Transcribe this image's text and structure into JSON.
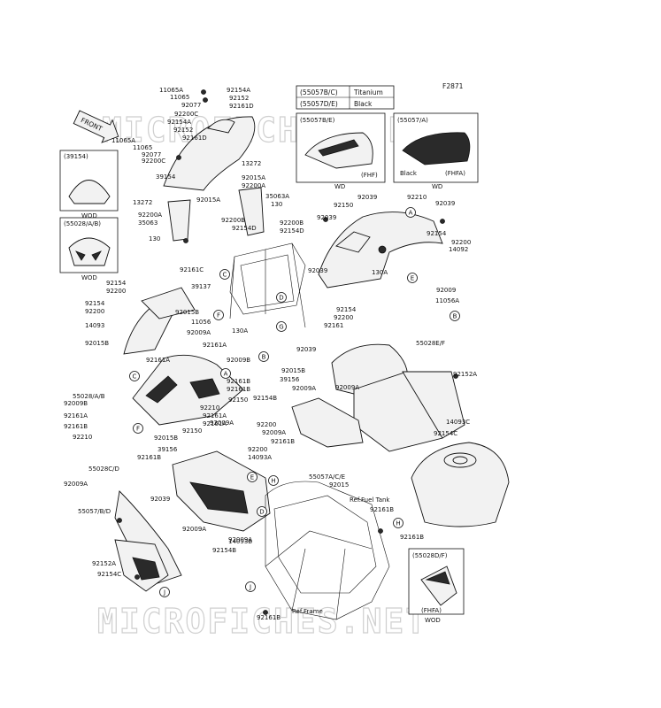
{
  "figure_id": "F2871",
  "watermark": "MICROFICHES.NET",
  "front_label": "FRONT",
  "color_table": [
    {
      "code": "(55057B/C)",
      "color": "Titanium"
    },
    {
      "code": "(55057D/E)",
      "color": "Black"
    }
  ],
  "inset_boxes": [
    {
      "code": "(39154)",
      "sub": "WOD"
    },
    {
      "code": "(55028/A/B)",
      "sub": "WOD"
    },
    {
      "code": "(55057B/E)",
      "tag": "(FHF)",
      "sub": "WD"
    },
    {
      "code": "(55057/A)",
      "color": "Black",
      "tag": "(FHFA)",
      "sub": "WD"
    },
    {
      "code": "(55028D/F)",
      "tag": "(FHFA)",
      "sub": "WOD"
    }
  ],
  "refs": {
    "fuel_tank": "Ref.Fuel Tank",
    "frame": "Ref.Frame"
  },
  "labels": [
    "11065A",
    "11065",
    "92077",
    "92200C",
    "92154A",
    "92152",
    "92161D",
    "92154A",
    "92152",
    "92161D",
    "11065A",
    "11065",
    "92077",
    "92200C",
    "13272",
    "39154",
    "92015A",
    "92200A",
    "13272",
    "92015A",
    "35063A",
    "130",
    "92200A",
    "35063",
    "92200B",
    "92154D",
    "92200B",
    "92154D",
    "130",
    "92161C",
    "92154",
    "92200",
    "39137",
    "92154",
    "92200",
    "92015B",
    "14093",
    "11056",
    "92009A",
    "92015B",
    "130A",
    "92161A",
    "92009B",
    "92161A",
    "92161B",
    "55028/A/B",
    "92161B",
    "92009B",
    "92150",
    "92210",
    "92161A",
    "92161A",
    "92009A",
    "92161A",
    "92161B",
    "92210",
    "92015B",
    "92150",
    "39156",
    "92161B",
    "55028C/D",
    "92009A",
    "92039",
    "55057/B/D",
    "92009A",
    "14093B",
    "92154B",
    "92152A",
    "92154C",
    "92200",
    "14093A",
    "92039",
    "92210",
    "92039",
    "92150",
    "92039",
    "92154",
    "92200",
    "14092",
    "130A",
    "92039",
    "92154",
    "92200",
    "92161",
    "92009",
    "11056A",
    "55028E/F",
    "92039",
    "92015B",
    "39156",
    "92009A",
    "92009A",
    "92154B",
    "92152A",
    "14093C",
    "92154C",
    "92200",
    "92009A",
    "92161B",
    "55057A/C/E",
    "92015",
    "92161B",
    "92161B",
    "92009A",
    "92161B"
  ],
  "callouts": [
    "A",
    "B",
    "C",
    "D",
    "E",
    "F",
    "G",
    "H",
    "J"
  ]
}
